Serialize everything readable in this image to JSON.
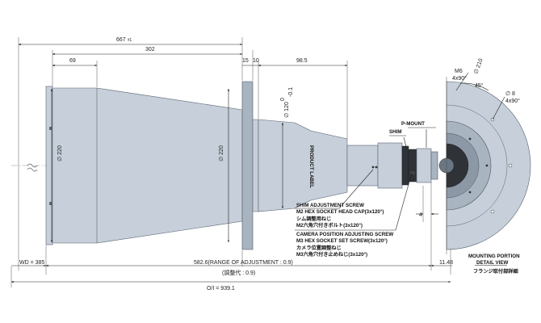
{
  "dimensions": {
    "overall_length": "667",
    "overall_length_tol": "±1",
    "d69": "69",
    "d302": "302",
    "d15": "15",
    "d10": "10",
    "d98_5": "98.5",
    "dia_end": "∅ 220",
    "dia_flange": "∅ 220",
    "dia_tube": "∅ 120",
    "dia_tube_tol_upper": "0",
    "dia_tube_tol_lower": "-0.1",
    "d4": "4",
    "wd": "WD = 385",
    "range": "582.6(RANGE OF ADJUSTMENT : 0.9)",
    "range_jp": "(調整代 : 0.9)",
    "d11_48": "11.48",
    "oi": "O/I = 939.1"
  },
  "callouts": {
    "p_mount": "P-MOUNT",
    "shim": "SHIM",
    "product_label": "PRODUCT LABEL",
    "shim_screw_title": "SHIM ADJUSTMENT SCREW",
    "shim_screw_spec": "M2 HEX SOCKET HEAD CAP(3x120°)",
    "shim_screw_jp1": "シム調整用ねじ",
    "shim_screw_jp2": "M2六角穴付きボルト(3x120°)",
    "cam_screw_title": "CAMERA POSITION ADJUSTING SCREW",
    "cam_screw_spec": "M3 HEX SOCKET SET SCREW(3x120°)",
    "cam_screw_jp1": "カメラ位置調整ねじ",
    "cam_screw_jp2": "M3六角穴付き止めねじ(3x120°)"
  },
  "detail_view": {
    "m6": "M6",
    "m6_qty": "4x90°",
    "dia_210": "∅ 210",
    "angle_45": "45°",
    "dia_8": "∅ 8",
    "dia_8_qty": "4x90°",
    "title1": "MOUNTING PORTION",
    "title2": "DETAIL VIEW",
    "title_jp": "フランジ取付部詳細"
  },
  "colors": {
    "body": "#c6cfda",
    "body_dark": "#a9b4c1",
    "outline": "#5a6470",
    "dimension": "#222222"
  }
}
